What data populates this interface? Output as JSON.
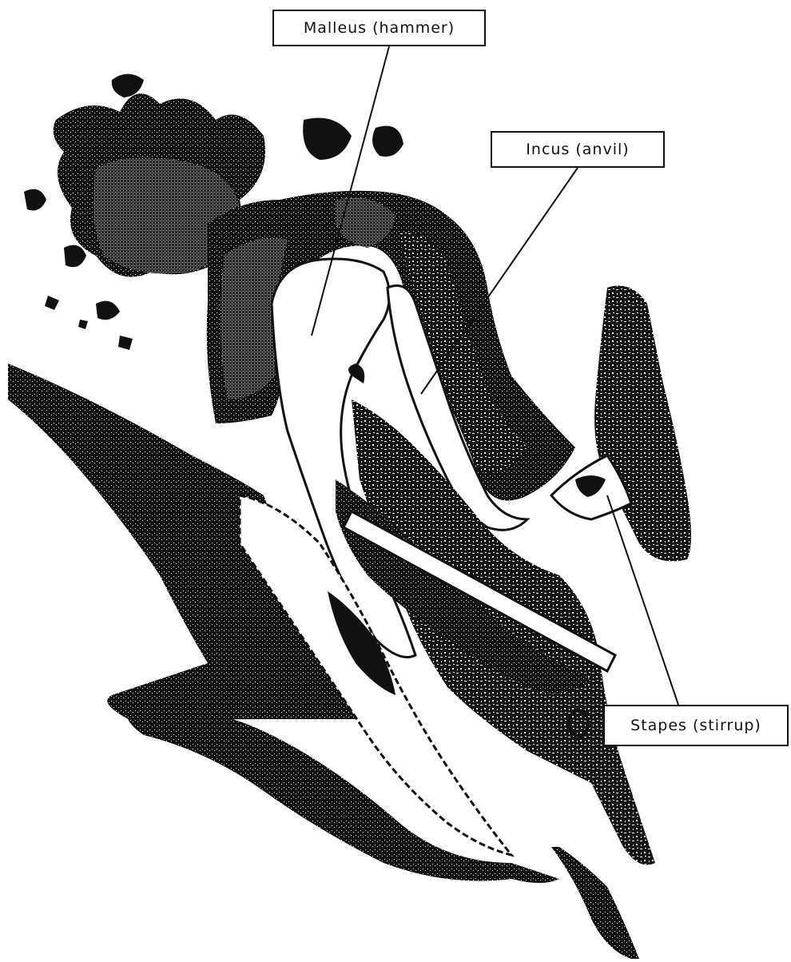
{
  "labels": {
    "malleus": "Malleus (hammer)",
    "incus": "Incus (anvil)",
    "stapes": "Stapes (stirrup)"
  },
  "colors": {
    "ink": "#111111",
    "paper": "#ffffff",
    "stipple": "#8a8a8a"
  }
}
